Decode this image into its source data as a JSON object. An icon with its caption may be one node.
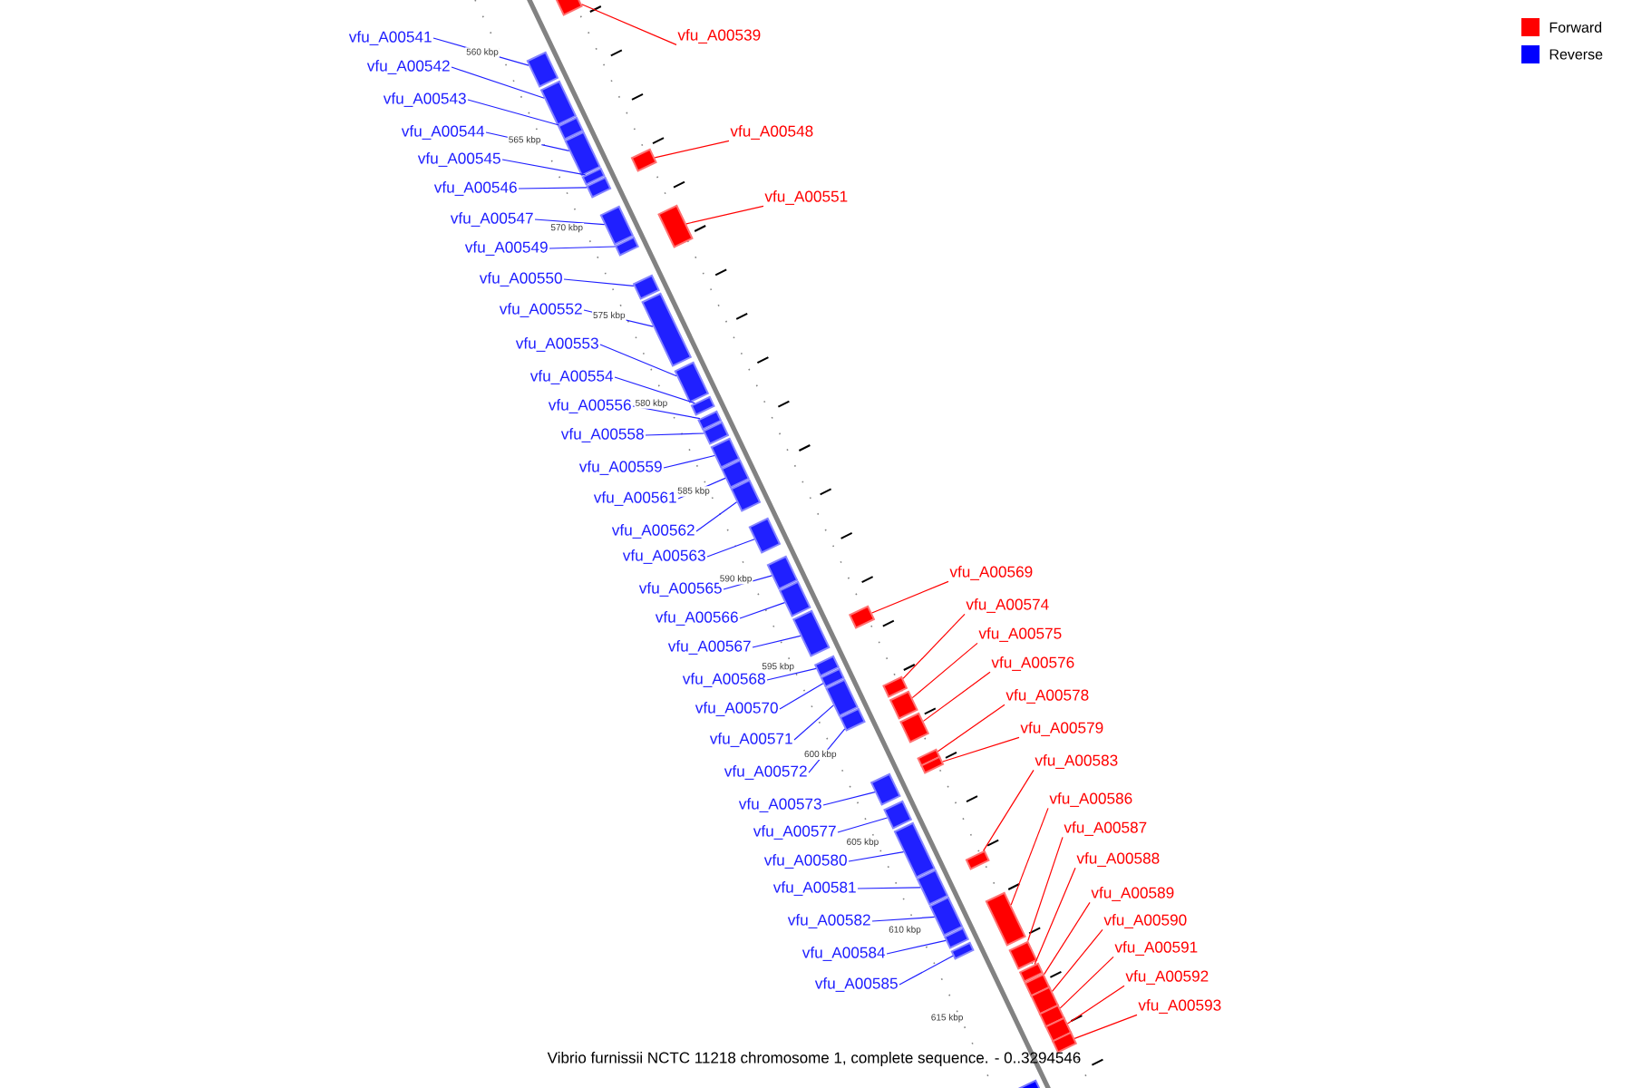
{
  "diagram": {
    "caption": "Vibrio furnissii NCTC 11218 chromosome 1, complete sequence. - 0..3294546",
    "nodes": [
      {
        "text": [
          "vfu_A00541"
        ]
      },
      {
        "text": [
          "vfu_A00542"
        ]
      },
      {
        "text": [
          "vfu_A00543"
        ]
      },
      {
        "text": [
          "vfu_A00544"
        ]
      },
      {
        "text": [
          "vfu_A00545"
        ]
      },
      {
        "text": [
          "vfu_A00546"
        ]
      },
      {
        "text": [
          "vfu_A00547"
        ]
      },
      {
        "text": [
          "vfu_A00549"
        ]
      },
      {
        "text": [
          "vfu_A00550"
        ]
      },
      {
        "text": [
          "vfu_A00552"
        ]
      },
      {
        "text": [
          "vfu_A00553"
        ]
      },
      {
        "text": [
          "vfu_A00554"
        ]
      },
      {
        "text": [
          "vfu_A00556"
        ]
      },
      {
        "text": [
          "vfu_A00558"
        ]
      },
      {
        "text": [
          "vfu_A00559"
        ]
      },
      {
        "text": [
          "vfu_A00561"
        ]
      },
      {
        "text": [
          "vfu_A00562"
        ]
      },
      {
        "text": [
          "vfu_A00563"
        ]
      },
      {
        "text": [
          "vfu_A00565"
        ]
      },
      {
        "text": [
          "vfu_A00566"
        ]
      },
      {
        "text": [
          "vfu_A00567"
        ]
      },
      {
        "text": [
          "vfu_A00568"
        ]
      },
      {
        "text": [
          "vfu_A00570"
        ]
      },
      {
        "text": [
          "vfu_A00571"
        ]
      },
      {
        "text": [
          "vfu_A00572"
        ]
      },
      {
        "text": [
          "vfu_A00573"
        ]
      },
      {
        "text": [
          "vfu_A00577"
        ]
      },
      {
        "text": [
          "vfu_A00580"
        ]
      },
      {
        "text": [
          "vfu_A00581"
        ]
      },
      {
        "text": [
          "vfu_A00582"
        ]
      },
      {
        "text": [
          "vfu_A00584"
        ]
      },
      {
        "text": [
          "vfu_A00585"
        ]
      },
      {
        "text": [
          "vfu_A00539"
        ]
      },
      {
        "text": [
          "vfu_A00548"
        ]
      },
      {
        "text": [
          "vfu_A00551"
        ]
      },
      {
        "text": [
          "vfu_A00569"
        ]
      },
      {
        "text": [
          "vfu_A00574"
        ]
      },
      {
        "text": [
          "vfu_A00575"
        ]
      },
      {
        "text": [
          "vfu_A00576"
        ]
      },
      {
        "text": [
          "vfu_A00578"
        ]
      },
      {
        "text": [
          "vfu_A00579"
        ]
      },
      {
        "text": [
          "vfu_A00583"
        ]
      },
      {
        "text": [
          "vfu_A00586"
        ]
      },
      {
        "text": [
          "vfu_A00587"
        ]
      },
      {
        "text": [
          "vfu_A00588"
        ]
      },
      {
        "text": [
          "vfu_A00589"
        ]
      },
      {
        "text": [
          "vfu_A00590"
        ]
      },
      {
        "text": [
          "vfu_A00591"
        ]
      },
      {
        "text": [
          "vfu_A00592"
        ]
      },
      {
        "text": [
          "vfu_A00593"
        ]
      },
      {
        "text": [],
        "shape": "box"
      },
      {
        "text": [],
        "shape": "box"
      },
      {
        "text": [],
        "shape": "box"
      },
      {
        "text": [],
        "shape": "box"
      },
      {
        "text": [],
        "shape": "box"
      },
      {
        "text": [],
        "shape": "box"
      },
      {
        "text": [],
        "shape": "box"
      },
      {
        "text": [],
        "shape": "box"
      },
      {
        "text": [],
        "shape": "box"
      },
      {
        "text": [],
        "shape": "box"
      },
      {
        "text": [],
        "shape": "box"
      },
      {
        "text": [],
        "shape": "box"
      },
      {
        "text": [],
        "shape": "box"
      },
      {
        "text": [],
        "shape": "box"
      },
      {
        "text": [],
        "shape": "box"
      },
      {
        "text": [],
        "shape": "box"
      },
      {
        "text": [],
        "shape": "box"
      },
      {
        "text": [],
        "shape": "box"
      },
      {
        "text": [],
        "shape": "box"
      },
      {
        "text": [],
        "shape": "box"
      },
      {
        "text": [],
        "shape": "box"
      },
      {
        "text": [],
        "shape": "box"
      },
      {
        "text": [],
        "shape": "box"
      },
      {
        "text": [],
        "shape": "box"
      },
      {
        "text": [],
        "shape": "box"
      },
      {
        "text": [],
        "shape": "box"
      },
      {
        "text": [],
        "shape": "box"
      },
      {
        "text": [],
        "shape": "box"
      },
      {
        "text": [],
        "shape": "box"
      },
      {
        "text": [],
        "shape": "box"
      },
      {
        "text": [],
        "shape": "box"
      },
      {
        "text": [],
        "shape": "box"
      },
      {
        "text": [],
        "shape": "box"
      },
      {
        "text": [],
        "shape": "box"
      },
      {
        "text": [],
        "shape": "box"
      },
      {
        "text": [],
        "shape": "box"
      },
      {
        "text": [],
        "shape": "box"
      },
      {
        "text": [],
        "shape": "box"
      },
      {
        "text": [],
        "shape": "box"
      },
      {
        "text": [],
        "shape": "box"
      },
      {
        "text": [],
        "shape": "box"
      },
      {
        "text": [],
        "shape": "box"
      },
      {
        "text": [],
        "shape": "box"
      },
      {
        "text": [],
        "shape": "box"
      },
      {
        "text": [],
        "shape": "box"
      },
      {
        "text": [],
        "shape": "box"
      },
      {
        "text": [],
        "shape": "box"
      },
      {
        "text": [],
        "shape": "box"
      },
      {
        "text": [],
        "shape": "box"
      },
      {
        "text": [],
        "shape": "box"
      },
      {
        "text": [],
        "shape": "box"
      }
    ],
    "edges": [
      {
        "from": 0,
        "to": 50,
        "arrow": "none"
      },
      {
        "from": 1,
        "to": 51,
        "arrow": "none"
      },
      {
        "from": 2,
        "to": 52,
        "arrow": "none"
      },
      {
        "from": 3,
        "to": 53,
        "arrow": "none"
      },
      {
        "from": 4,
        "to": 54,
        "arrow": "none"
      },
      {
        "from": 5,
        "to": 55,
        "arrow": "none"
      },
      {
        "from": 6,
        "to": 56,
        "arrow": "none"
      },
      {
        "from": 7,
        "to": 57,
        "arrow": "none"
      },
      {
        "from": 8,
        "to": 58,
        "arrow": "none"
      },
      {
        "from": 9,
        "to": 59,
        "arrow": "none"
      },
      {
        "from": 10,
        "to": 60,
        "arrow": "none"
      },
      {
        "from": 11,
        "to": 61,
        "arrow": "none"
      },
      {
        "from": 12,
        "to": 62,
        "arrow": "none"
      },
      {
        "from": 13,
        "to": 63,
        "arrow": "none"
      },
      {
        "from": 14,
        "to": 64,
        "arrow": "none"
      },
      {
        "from": 15,
        "to": 65,
        "arrow": "none"
      },
      {
        "from": 16,
        "to": 66,
        "arrow": "none"
      },
      {
        "from": 17,
        "to": 67,
        "arrow": "none"
      },
      {
        "from": 18,
        "to": 68,
        "arrow": "none"
      },
      {
        "from": 19,
        "to": 69,
        "arrow": "none"
      },
      {
        "from": 20,
        "to": 70,
        "arrow": "none"
      },
      {
        "from": 21,
        "to": 71,
        "arrow": "none"
      },
      {
        "from": 22,
        "to": 72,
        "arrow": "none"
      },
      {
        "from": 23,
        "to": 73,
        "arrow": "none"
      },
      {
        "from": 24,
        "to": 74,
        "arrow": "none"
      },
      {
        "from": 25,
        "to": 75,
        "arrow": "none"
      },
      {
        "from": 26,
        "to": 76,
        "arrow": "none"
      },
      {
        "from": 27,
        "to": 77,
        "arrow": "none"
      },
      {
        "from": 28,
        "to": 78,
        "arrow": "none"
      },
      {
        "from": 29,
        "to": 79,
        "arrow": "none"
      },
      {
        "from": 30,
        "to": 80,
        "arrow": "none"
      },
      {
        "from": 31,
        "to": 81,
        "arrow": "none"
      },
      {
        "from": 32,
        "to": 82,
        "arrow": "none",
        "color": "#ff0000"
      },
      {
        "from": 33,
        "to": 83,
        "arrow": "none",
        "color": "#ff0000"
      },
      {
        "from": 34,
        "to": 84,
        "arrow": "none",
        "color": "#ff0000"
      },
      {
        "from": 35,
        "to": 85,
        "arrow": "none",
        "color": "#ff0000"
      },
      {
        "from": 36,
        "to": 86,
        "arrow": "none",
        "color": "#ff0000"
      },
      {
        "from": 37,
        "to": 87,
        "arrow": "none",
        "color": "#ff0000"
      },
      {
        "from": 38,
        "to": 88,
        "arrow": "none",
        "color": "#ff0000"
      },
      {
        "from": 39,
        "to": 89,
        "arrow": "none",
        "color": "#ff0000"
      },
      {
        "from": 40,
        "to": 90,
        "arrow": "none",
        "color": "#ff0000"
      },
      {
        "from": 41,
        "to": 91,
        "arrow": "none",
        "color": "#ff0000"
      },
      {
        "from": 42,
        "to": 92,
        "arrow": "none",
        "color": "#ff0000"
      },
      {
        "from": 43,
        "to": 93,
        "arrow": "none",
        "color": "#ff0000"
      },
      {
        "from": 44,
        "to": 94,
        "arrow": "none",
        "color": "#ff0000"
      },
      {
        "from": 45,
        "to": 95,
        "arrow": "none",
        "color": "#ff0000"
      },
      {
        "from": 46,
        "to": 96,
        "arrow": "none",
        "color": "#ff0000"
      },
      {
        "from": 47,
        "to": 97,
        "arrow": "none",
        "color": "#ff0000"
      },
      {
        "from": 48,
        "to": 98,
        "arrow": "none",
        "color": "#ff0000"
      },
      {
        "from": 49,
        "to": 99,
        "arrow": "none",
        "color": "#ff0000"
      }
    ],
    "labels": [
      "560 kbp",
      "565 kbp",
      "570 kbp",
      "575 kbp",
      "580 kbp",
      "585 kbp",
      "590 kbp",
      "595 kbp",
      "600 kbp",
      "605 kbp",
      "610 kbp",
      "615 kbp"
    ],
    "legend": [
      {
        "text": "Forward",
        "color": "#ff0000"
      },
      {
        "text": "Reverse",
        "color": "#0000ff"
      }
    ]
  }
}
